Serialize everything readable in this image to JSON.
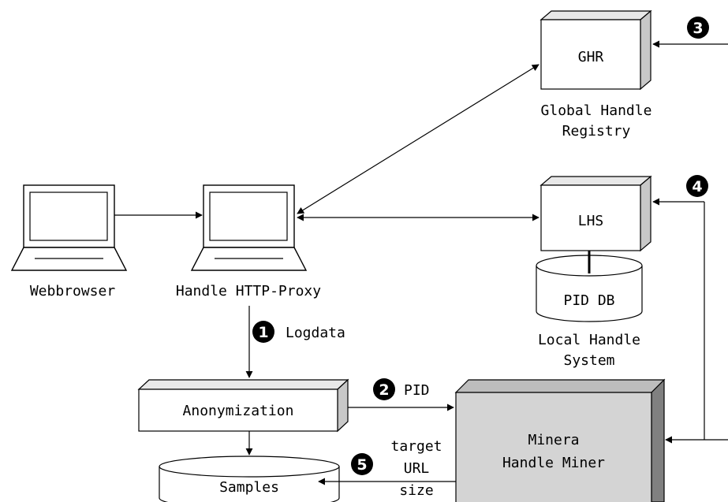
{
  "nodes": {
    "ghr": {
      "box_label": "GHR",
      "caption_line1": "Global Handle",
      "caption_line2": "Registry"
    },
    "lhs": {
      "box_label": "LHS",
      "db_label": "PID DB",
      "caption_line1": "Local Handle",
      "caption_line2": "System"
    },
    "webbrowser": {
      "caption": "Webbrowser"
    },
    "proxy": {
      "caption": "Handle HTTP-Proxy"
    },
    "anonymization": {
      "box_label": "Anonymization"
    },
    "samples": {
      "db_label": "Samples"
    },
    "miner": {
      "line1": "Minera",
      "line2": "Handle Miner"
    }
  },
  "steps": [
    {
      "number": "1",
      "label": "Logdata"
    },
    {
      "number": "2",
      "label": "PID"
    },
    {
      "number": "3",
      "label": ""
    },
    {
      "number": "4",
      "label": ""
    },
    {
      "number": "5",
      "label_line1": "target",
      "label_line2": "URL",
      "label_line3": "size"
    }
  ],
  "colors": {
    "box_fill": "#ffffff",
    "box_side": "#c8c8c8",
    "miner_fill": "#d4d4d4",
    "miner_side": "#808080",
    "line": "#000000",
    "badge": "#000000"
  }
}
